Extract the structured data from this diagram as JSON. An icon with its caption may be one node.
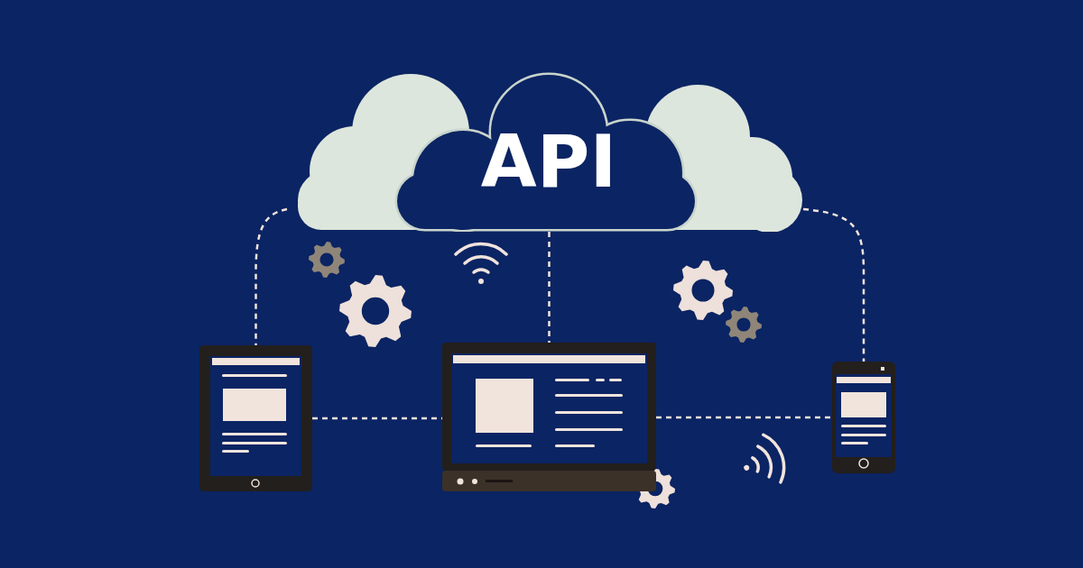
{
  "diagram": {
    "nodes": [
      {
        "text": [
          "API"
        ]
      },
      {
        "text": [],
        "shape": "tablet"
      },
      {
        "text": [],
        "shape": "laptop"
      },
      {
        "text": [],
        "shape": "phone"
      }
    ],
    "edges": [
      {
        "from": 0,
        "to": 1,
        "arrow": "none",
        "style": "dashed"
      },
      {
        "from": 0,
        "to": 2,
        "arrow": "none",
        "style": "dashed"
      },
      {
        "from": 0,
        "to": 3,
        "arrow": "none",
        "style": "dashed"
      },
      {
        "from": 1,
        "to": 2,
        "arrow": "none",
        "style": "dashed"
      },
      {
        "from": 2,
        "to": 3,
        "arrow": "none",
        "style": "dashed"
      }
    ]
  }
}
